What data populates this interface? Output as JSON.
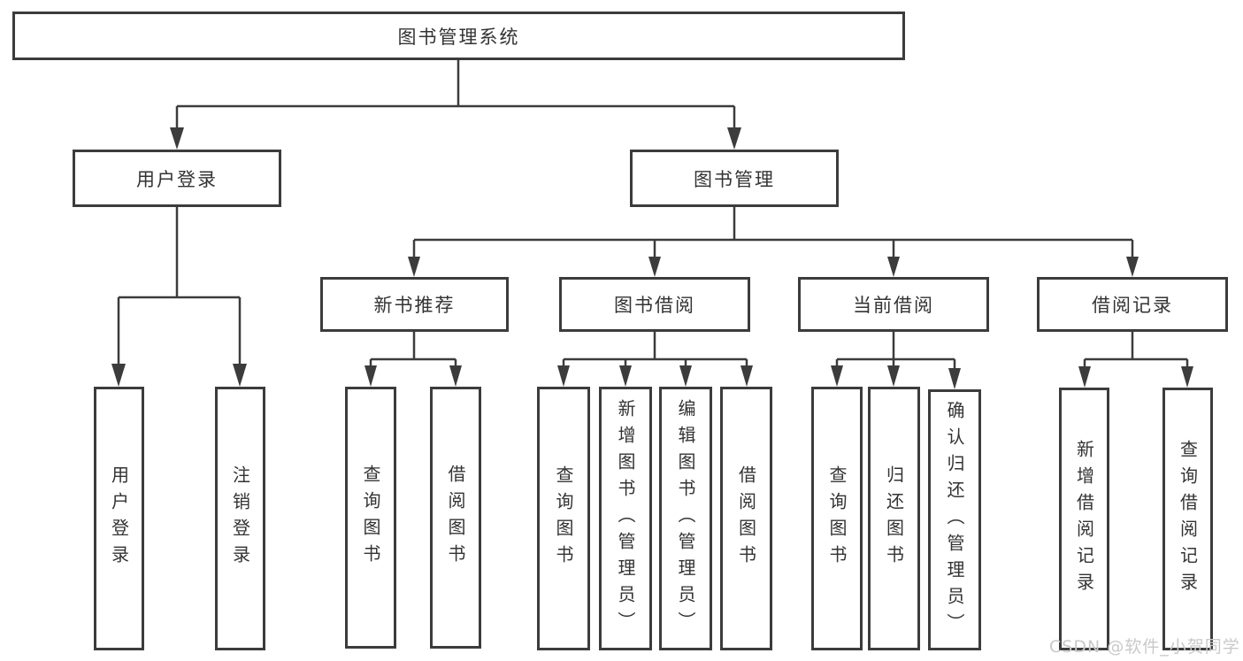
{
  "colors": {
    "line": "#3c3c3c",
    "text": "#333333",
    "background": "#ffffff",
    "watermark": "#c9c9c9"
  },
  "root": {
    "label": "图书管理系统"
  },
  "level2": {
    "user_login": {
      "label": "用户登录"
    },
    "book_management": {
      "label": "图书管理"
    }
  },
  "level3": {
    "new_book": {
      "label": "新书推荐"
    },
    "book_borrow": {
      "label": "图书借阅"
    },
    "current_borrow": {
      "label": "当前借阅"
    },
    "borrow_record": {
      "label": "借阅记录"
    }
  },
  "leaves": {
    "user_login": {
      "label": "用户登录"
    },
    "logout": {
      "label": "注销登录"
    },
    "nb_query_book": {
      "label": "查询图书"
    },
    "nb_borrow_book": {
      "label": "借阅图书"
    },
    "bb_query_book": {
      "label": "查询图书"
    },
    "bb_add_book": {
      "label": "新增图书（管理员）"
    },
    "bb_edit_book": {
      "label": "编辑图书（管理员）"
    },
    "bb_borrow_book": {
      "label": "借阅图书"
    },
    "cb_query_book": {
      "label": "查询图书"
    },
    "cb_return_book": {
      "label": "归还图书"
    },
    "cb_confirm_return": {
      "label": "确认归还（管理员）"
    },
    "br_add_record": {
      "label": "新增借阅记录"
    },
    "br_query_record": {
      "label": "查询借阅记录"
    }
  },
  "watermark": {
    "text": "CSDN @软件_小贺同学"
  }
}
